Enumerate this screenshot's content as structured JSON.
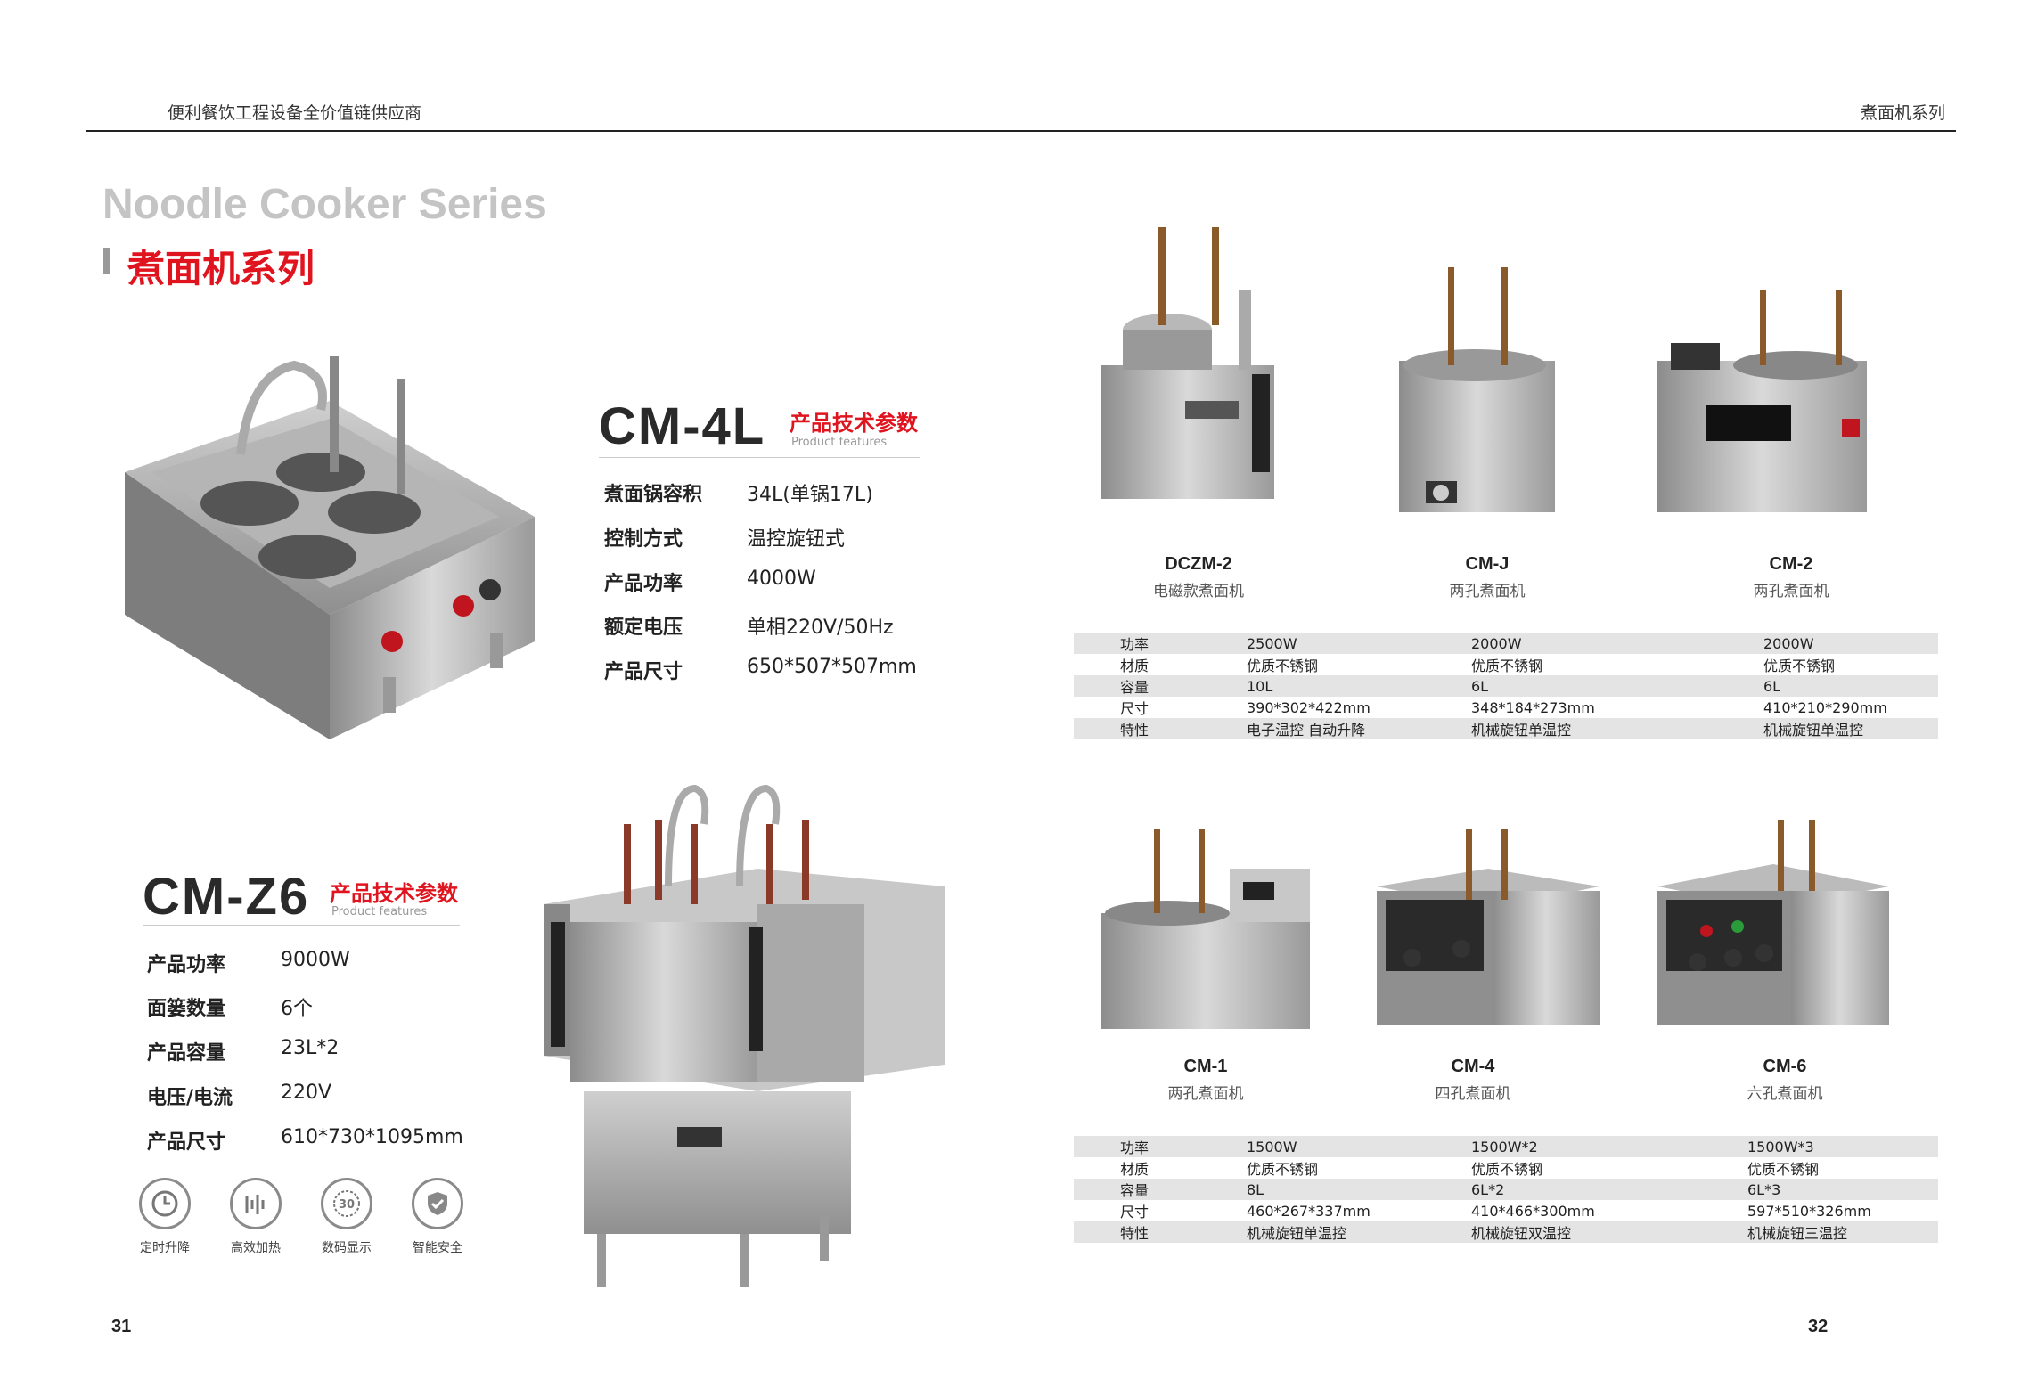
{
  "header": {
    "left_text": "便利餐饮工程设备全价值链供应商",
    "right_text": "煮面机系列"
  },
  "series": {
    "title_en": "Noodle Cooker Series",
    "title_zh": "煮面机系列"
  },
  "cm4l": {
    "model": "CM-4L",
    "features_zh": "产品技术参数",
    "features_en": "Product features",
    "specs": [
      {
        "key": "煮面锅容积",
        "value": "34L(单锅17L)"
      },
      {
        "key": "控制方式",
        "value": "温控旋钮式"
      },
      {
        "key": "产品功率",
        "value": "4000W"
      },
      {
        "key": "额定电压",
        "value": "单相220V/50Hz"
      },
      {
        "key": "产品尺寸",
        "value": "650*507*507mm"
      }
    ]
  },
  "cmz6": {
    "model": "CM-Z6",
    "features_zh": "产品技术参数",
    "features_en": "Product features",
    "specs": [
      {
        "key": "产品功率",
        "value": "9000W"
      },
      {
        "key": "面篓数量",
        "value": "6个"
      },
      {
        "key": "产品容量",
        "value": "23L*2"
      },
      {
        "key": "电压/电流",
        "value": "220V"
      },
      {
        "key": "产品尺寸",
        "value": "610*730*1095mm"
      }
    ],
    "icons": [
      {
        "name": "timer-lift-icon",
        "label": "定时升降"
      },
      {
        "name": "heating-icon",
        "label": "高效加热"
      },
      {
        "name": "digital-display-icon",
        "label": "数码显示"
      },
      {
        "name": "safety-shield-icon",
        "label": "智能安全"
      }
    ]
  },
  "top_products": [
    {
      "model": "DCZM-2",
      "desc": "电磁款煮面机"
    },
    {
      "model": "CM-J",
      "desc": "两孔煮面机"
    },
    {
      "model": "CM-2",
      "desc": "两孔煮面机"
    }
  ],
  "top_table": {
    "rows": [
      [
        "功率",
        "2500W",
        "2000W",
        "2000W"
      ],
      [
        "材质",
        "优质不锈钢",
        "优质不锈钢",
        "优质不锈钢"
      ],
      [
        "容量",
        "10L",
        "6L",
        "6L"
      ],
      [
        "尺寸",
        "390*302*422mm",
        "348*184*273mm",
        "410*210*290mm"
      ],
      [
        "特性",
        "电子温控 自动升降",
        "机械旋钮单温控",
        "机械旋钮单温控"
      ]
    ]
  },
  "bottom_products": [
    {
      "model": "CM-1",
      "desc": "两孔煮面机"
    },
    {
      "model": "CM-4",
      "desc": "四孔煮面机"
    },
    {
      "model": "CM-6",
      "desc": "六孔煮面机"
    }
  ],
  "bottom_table": {
    "rows": [
      [
        "功率",
        "1500W",
        "1500W*2",
        "1500W*3"
      ],
      [
        "材质",
        "优质不锈钢",
        "优质不锈钢",
        "优质不锈钢"
      ],
      [
        "容量",
        "8L",
        "6L*2",
        "6L*3"
      ],
      [
        "尺寸",
        "460*267*337mm",
        "410*466*300mm",
        "597*510*326mm"
      ],
      [
        "特性",
        "机械旋钮单温控",
        "机械旋钮双温控",
        "机械旋钮三温控"
      ]
    ]
  },
  "pages": {
    "left": "31",
    "right": "32"
  }
}
